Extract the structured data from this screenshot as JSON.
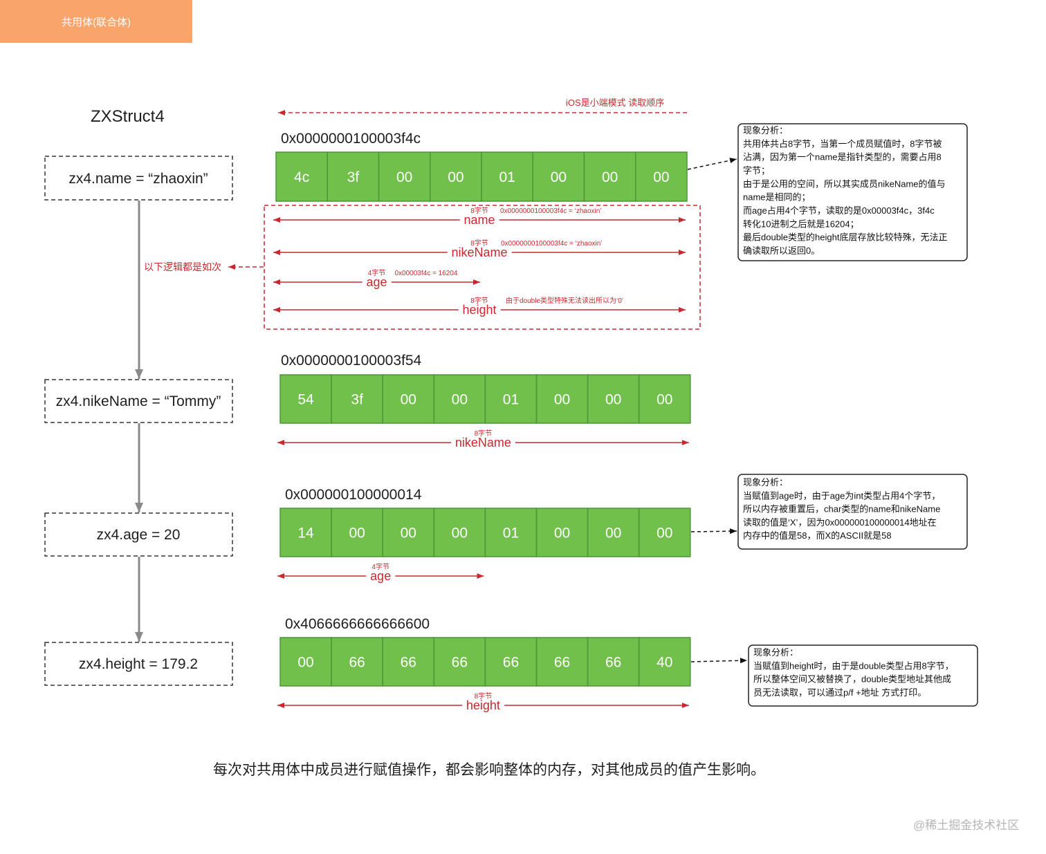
{
  "header": {
    "title": "共用体(联合体)"
  },
  "struct_name": "ZXStruct4",
  "endian_note": "iOS是小端模式 读取顺序",
  "flow_note": "以下逻辑都是如次",
  "assignments": [
    "zx4.name = “zhaoxin”",
    "zx4.nikeName = “Tommy”",
    "zx4.age = 20",
    "zx4.height = 179.2"
  ],
  "memory_rows": [
    {
      "address": "0x0000000100003f4c",
      "bytes": [
        "4c",
        "3f",
        "00",
        "00",
        "01",
        "00",
        "00",
        "00"
      ],
      "spans": [
        {
          "size": "8字节",
          "note": "0x0000000100003f4c = ‘zhaoxin’",
          "member": "name",
          "bytes": 8
        },
        {
          "size": "8字节",
          "note": "0x0000000100003f4c = ‘zhaoxin’",
          "member": "nikeName",
          "bytes": 8
        },
        {
          "size": "4字节",
          "note": "0x00003f4c = 16204",
          "member": "age",
          "bytes": 4
        },
        {
          "size": "8字节",
          "note": "由于double类型特殊无法读出所以为‘0’",
          "member": "height",
          "bytes": 8
        }
      ]
    },
    {
      "address": "0x0000000100003f54",
      "bytes": [
        "54",
        "3f",
        "00",
        "00",
        "01",
        "00",
        "00",
        "00"
      ],
      "spans": [
        {
          "size": "8字节",
          "member": "nikeName",
          "bytes": 8
        }
      ]
    },
    {
      "address": "0x000000100000014",
      "bytes": [
        "14",
        "00",
        "00",
        "00",
        "01",
        "00",
        "00",
        "00"
      ],
      "spans": [
        {
          "size": "4字节",
          "member": "age",
          "bytes": 4
        }
      ]
    },
    {
      "address": "0x4066666666666600",
      "bytes": [
        "00",
        "66",
        "66",
        "66",
        "66",
        "66",
        "66",
        "40"
      ],
      "spans": [
        {
          "size": "8字节",
          "member": "height",
          "bytes": 8
        }
      ]
    }
  ],
  "analysis_notes": [
    {
      "title": "现象分析：",
      "lines": [
        "共用体共占8字节，当第一个成员赋值时，8字节被",
        "沾满，因为第一个name是指针类型的，需要占用8",
        "字节；",
        "由于是公用的空间，所以其实成员nikeName的值与",
        "name是相同的；",
        "而age占用4个字节，读取的是0x00003f4c，3f4c",
        "转化10进制之后就是16204；",
        "最后double类型的height底层存放比较特殊，无法正",
        "确读取所以返回0。"
      ]
    },
    {
      "title": "现象分析：",
      "lines": [
        "当赋值到age时，由于age为int类型占用4个字节，",
        "所以内存被重置后，char类型的name和nikeName",
        "读取的值是‘X’，因为0x000000100000014地址在",
        "内存中的值是58，而X的ASCII就是58"
      ]
    },
    {
      "title": "现象分析：",
      "lines": [
        "当赋值到height时，由于是double类型占用8字节，",
        "所以整体空间又被替换了，double类型地址其他成",
        "员无法读取，可以通过p/f +地址 方式打印。"
      ]
    }
  ],
  "conclusion": "每次对共用体中成员进行赋值操作，都会影响整体的内存，对其他成员的值产生影响。",
  "watermark": "@稀土掘金技术社区",
  "colors": {
    "header": "#F9A46B",
    "accent_red": "#C8282E",
    "cell_fill": "#71C04B",
    "cell_border": "#4B9535",
    "flow_arrow": "#8A8A8A"
  }
}
